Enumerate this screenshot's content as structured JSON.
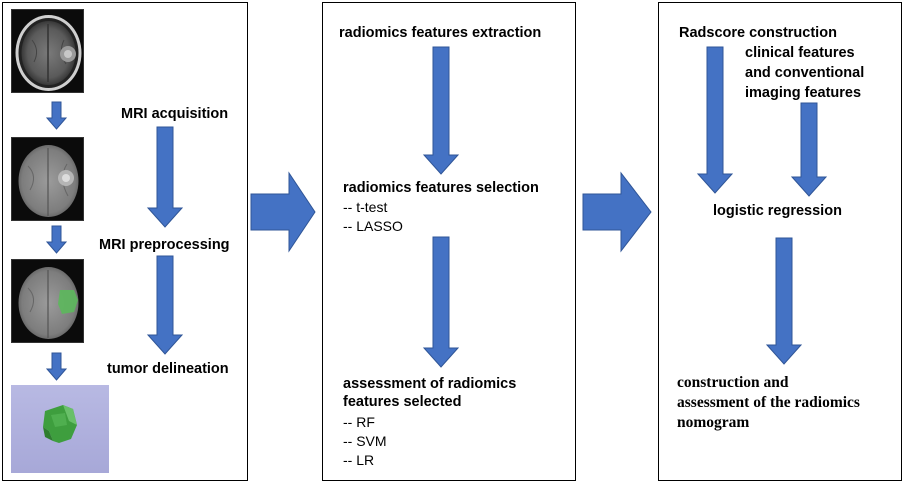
{
  "colors": {
    "arrow_fill": "#4472C4",
    "arrow_stroke": "#2F5597",
    "tumor_green": "#5CB85C",
    "render_bg": "#ABACDC"
  },
  "panel1": {
    "steps": {
      "mri_acquisition": "MRI acquisition",
      "mri_preprocessing": "MRI preprocessing",
      "tumor_delineation": "tumor delineation"
    }
  },
  "panel2": {
    "extraction": "radiomics  features extraction",
    "selection": {
      "title": "radiomics  features selection",
      "methods": [
        "-- t-test",
        "-- LASSO"
      ]
    },
    "assessment": {
      "title_line1": "assessment of radiomics",
      "title_line2": "features selected",
      "methods": [
        "-- RF",
        "-- SVM",
        "-- LR"
      ]
    }
  },
  "panel3": {
    "radscore": "Radscore construction",
    "clinical": [
      "clinical features",
      "and conventional",
      "imaging features"
    ],
    "logistic": "logistic regression",
    "nomogram": [
      "construction and",
      "assessment of the radiomics",
      "nomogram"
    ]
  }
}
